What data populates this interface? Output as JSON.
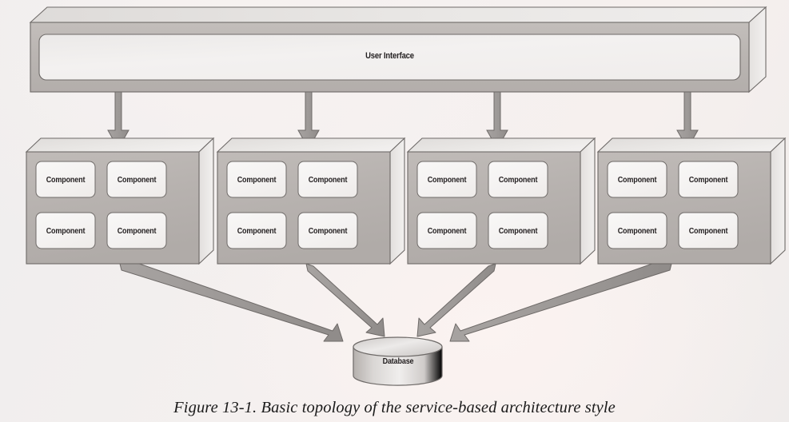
{
  "figure": {
    "caption": "Figure 13-1. Basic topology of the service-based architecture style",
    "title": "Basic topology of the service-based architecture style",
    "number": "Figure 13-1"
  },
  "diagram": {
    "type": "architecture-topology",
    "user_interface": {
      "label": "User Interface",
      "shape": "3d-box"
    },
    "services": [
      {
        "id": "service-1",
        "components": [
          {
            "label": "Component"
          },
          {
            "label": "Component"
          },
          {
            "label": "Component"
          },
          {
            "label": "Component"
          }
        ]
      },
      {
        "id": "service-2",
        "components": [
          {
            "label": "Component"
          },
          {
            "label": "Component"
          },
          {
            "label": "Component"
          },
          {
            "label": "Component"
          }
        ]
      },
      {
        "id": "service-3",
        "components": [
          {
            "label": "Component"
          },
          {
            "label": "Component"
          },
          {
            "label": "Component"
          },
          {
            "label": "Component"
          }
        ]
      },
      {
        "id": "service-4",
        "components": [
          {
            "label": "Component"
          },
          {
            "label": "Component"
          },
          {
            "label": "Component"
          },
          {
            "label": "Component"
          }
        ]
      }
    ],
    "database": {
      "label": "Database",
      "shape": "cylinder"
    },
    "connectors": {
      "ui_to_services": [
        {
          "from": "user-interface",
          "to": "service-1",
          "style": "vertical-arrow"
        },
        {
          "from": "user-interface",
          "to": "service-2",
          "style": "vertical-arrow"
        },
        {
          "from": "user-interface",
          "to": "service-3",
          "style": "vertical-arrow"
        },
        {
          "from": "user-interface",
          "to": "service-4",
          "style": "vertical-arrow"
        }
      ],
      "services_to_database": [
        {
          "from": "service-1",
          "to": "database",
          "style": "diagonal-arrow"
        },
        {
          "from": "service-2",
          "to": "database",
          "style": "diagonal-arrow"
        },
        {
          "from": "service-3",
          "to": "database",
          "style": "diagonal-arrow"
        },
        {
          "from": "service-4",
          "to": "database",
          "style": "diagonal-arrow"
        }
      ]
    }
  },
  "colors": {
    "box_face": "#b9b4b1",
    "box_top": "#e4e1df",
    "box_side": "#eceae8",
    "component_fill": "#f6f4f3",
    "stroke": "#6e6a68",
    "arrow_fill": "#9a9694",
    "background": "#f2eeee",
    "text": "#231f20"
  }
}
